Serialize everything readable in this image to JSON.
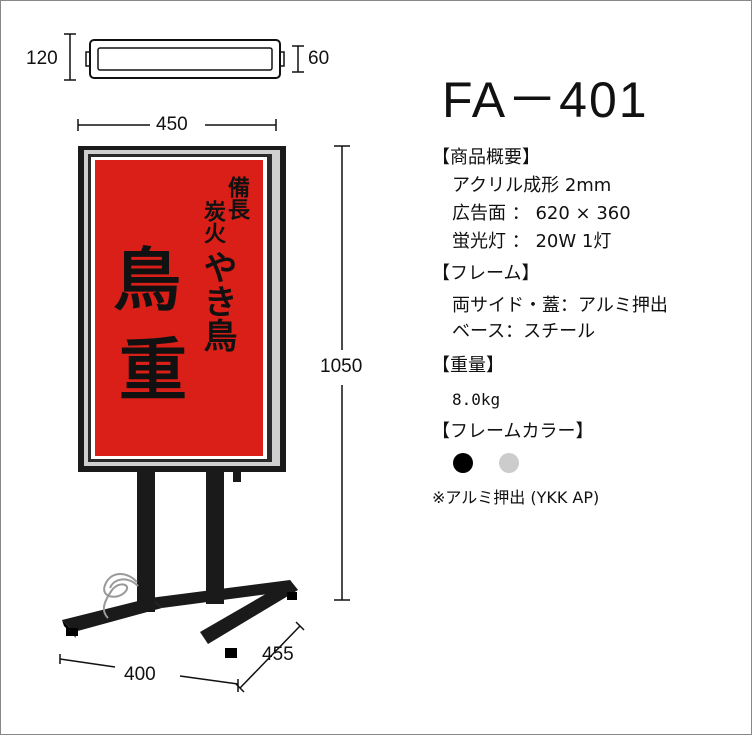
{
  "product": {
    "model": "FA－401"
  },
  "dimensions": {
    "height_top": "120",
    "depth_top": "60",
    "width_top": "450",
    "height_total": "1050",
    "base_width": "400",
    "base_depth": "455"
  },
  "sign": {
    "line1": "備長",
    "line2a": "炭",
    "line2b": "長",
    "line3": "炭火",
    "main1": "やき鳥",
    "main2": "鳥",
    "main3": "重"
  },
  "specs": {
    "overview_heading": "【商品概要】",
    "overview_items": [
      "アクリル成形 2mm",
      "広告面 ： 620 × 360",
      "蛍光灯 ： 20W 1灯"
    ],
    "frame_heading": "【フレーム】",
    "frame_items": [
      "両サイド・蓋：アルミ押出",
      "ベース：スチール"
    ],
    "weight_heading": "【重量】",
    "weight_value": "8.0kg",
    "color_heading": "【フレームカラー】",
    "colors": [
      "#000000",
      "#cccccc"
    ],
    "note": "※アルミ押出 (YKK AP)"
  }
}
